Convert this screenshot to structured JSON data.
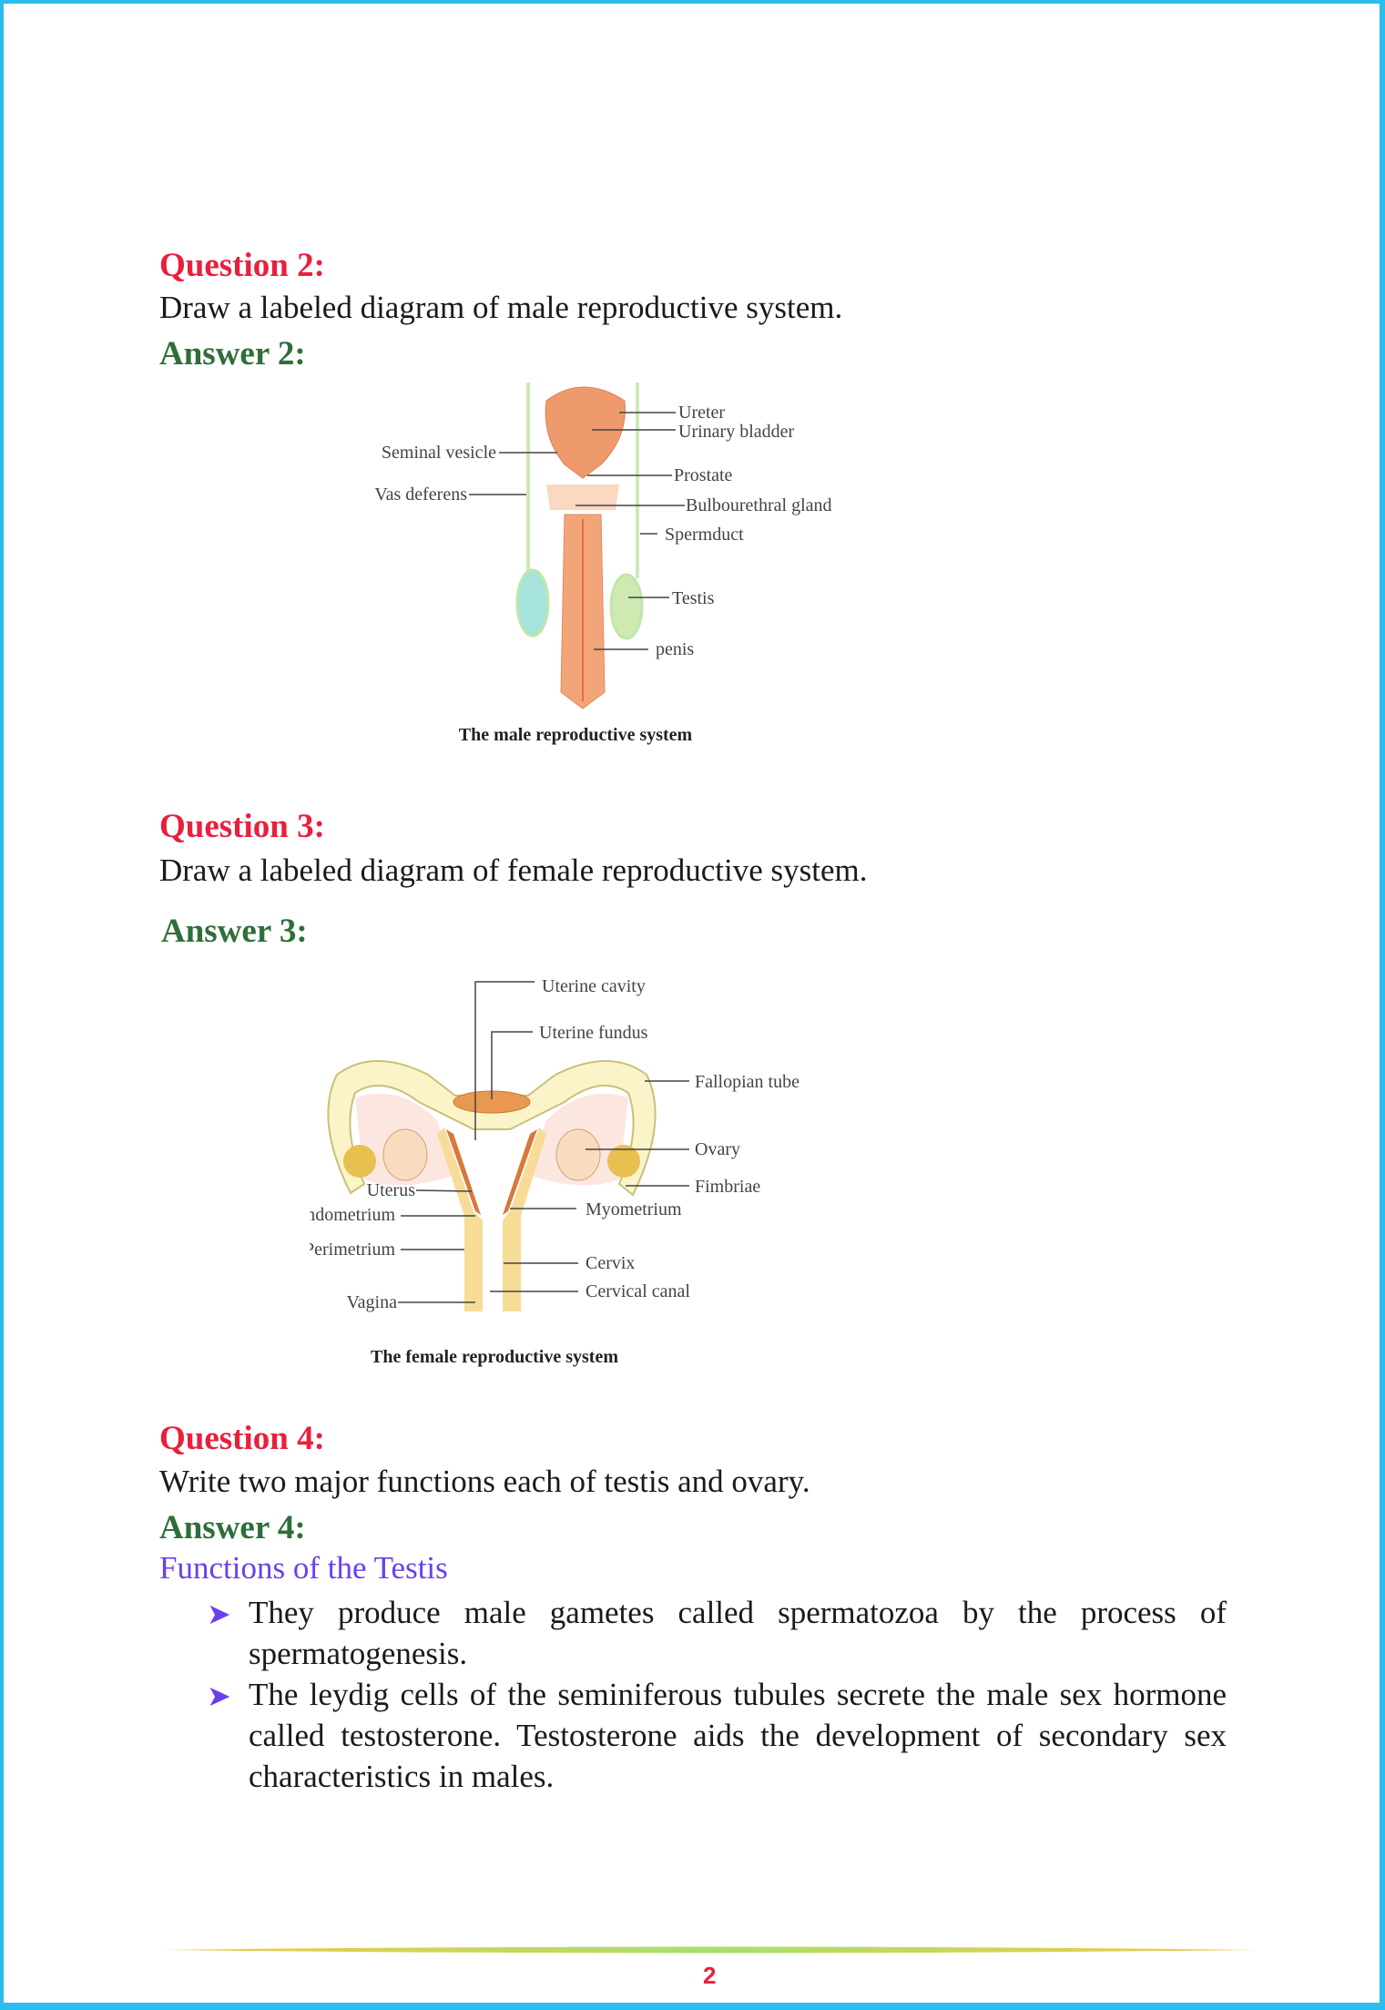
{
  "q2": {
    "label": "Question 2:",
    "text": "Draw a labeled diagram of male reproductive system.",
    "answer": "Answer 2:"
  },
  "male_diagram": {
    "caption": "The male reproductive system",
    "labels": {
      "ureter": "Ureter",
      "urinary_bladder": "Urinary bladder",
      "seminal_vesicle": "Seminal vesicle",
      "vas_deferens": "Vas deferens",
      "prostate": "Prostate",
      "bulbourethral_gland": "Bulbourethral gland",
      "spermduct": "Spermduct",
      "testis": "Testis",
      "penis": "penis"
    }
  },
  "q3": {
    "label": "Question 3:",
    "text": "Draw a labeled diagram of female reproductive system.",
    "answer": "Answer 3:"
  },
  "female_diagram": {
    "caption": "The female reproductive system",
    "labels": {
      "uterine_cavity": "Uterine cavity",
      "uterine_fundus": "Uterine fundus",
      "fallopian_tube": "Fallopian tube",
      "ovary": "Ovary",
      "fimbriae": "Fimbriae",
      "uterus": "Uterus",
      "endometrium": "Endometrium",
      "myometrium": "Myometrium",
      "perimetrium": "Perimetrium",
      "cervix": "Cervix",
      "cervical_canal": "Cervical canal",
      "vagina": "Vagina"
    }
  },
  "q4": {
    "label": "Question 4:",
    "text": "Write two major functions each of testis and ovary.",
    "answer": "Answer 4:",
    "subheading": "Functions of the Testis",
    "bullets": [
      "They produce male gametes called spermatozoa by the process of spermatogenesis.",
      "The leydig cells of the seminiferous tubules secrete the male sex hormone called testosterone. Testosterone aids the development of secondary sex characteristics in males."
    ]
  },
  "footer": {
    "page_number": "2"
  },
  "colors": {
    "question": "#e8203c",
    "answer": "#2e6e3a",
    "subheading": "#6a3ff0",
    "border": "#2bbcf0"
  }
}
